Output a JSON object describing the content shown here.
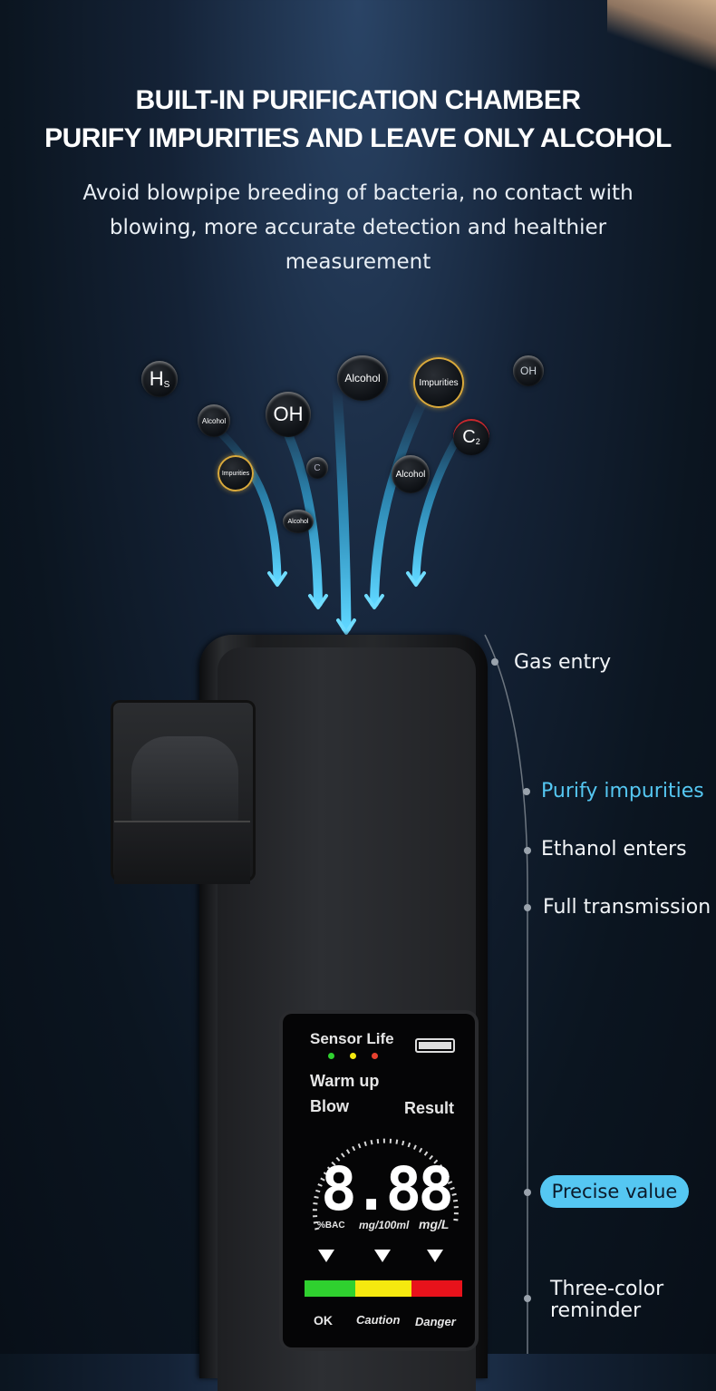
{
  "header": {
    "title_line1": "BUILT-IN PURIFICATION CHAMBER",
    "title_line2": "PURIFY IMPURITIES AND LEAVE ONLY ALCOHOL",
    "subtitle": "Avoid blowpipe breeding of bacteria, no contact with blowing, more accurate detection and healthier measurement"
  },
  "bubbles": {
    "h": "H",
    "h_sub": "S",
    "alcohol_small_1": "Alcohol",
    "oh_large": "OH",
    "alcohol_top": "Alcohol",
    "impurities_top": "Impurities",
    "oh_small": "OH",
    "impurities_left": "Impurities",
    "c_small": "C",
    "alcohol_small_2": "Alcohol",
    "alcohol_mid": "Alcohol",
    "c2": "C",
    "c2_sub": "2"
  },
  "screen": {
    "sensor_life": "Sensor Life",
    "warm_up": "Warm up",
    "blow": "Blow",
    "result": "Result",
    "digits": "8.88",
    "unit_bac": "%BAC",
    "unit_mg": "mg/100ml",
    "unit_mgl": "mg/L",
    "ok": "OK",
    "caution": "Caution",
    "danger": "Danger"
  },
  "callouts": {
    "gas_entry": "Gas entry",
    "purify": "Purify impurities",
    "ethanol": "Ethanol enters",
    "transmission": "Full transmission",
    "precise": "Precise value",
    "three_color_1": "Three-color",
    "three_color_2": "reminder"
  },
  "colors": {
    "accent_blue": "#55c7f2",
    "arrow": "#38c6ff",
    "ok_green": "#2fd12f",
    "caution_yellow": "#f5e90f",
    "danger_red": "#e8121b"
  }
}
